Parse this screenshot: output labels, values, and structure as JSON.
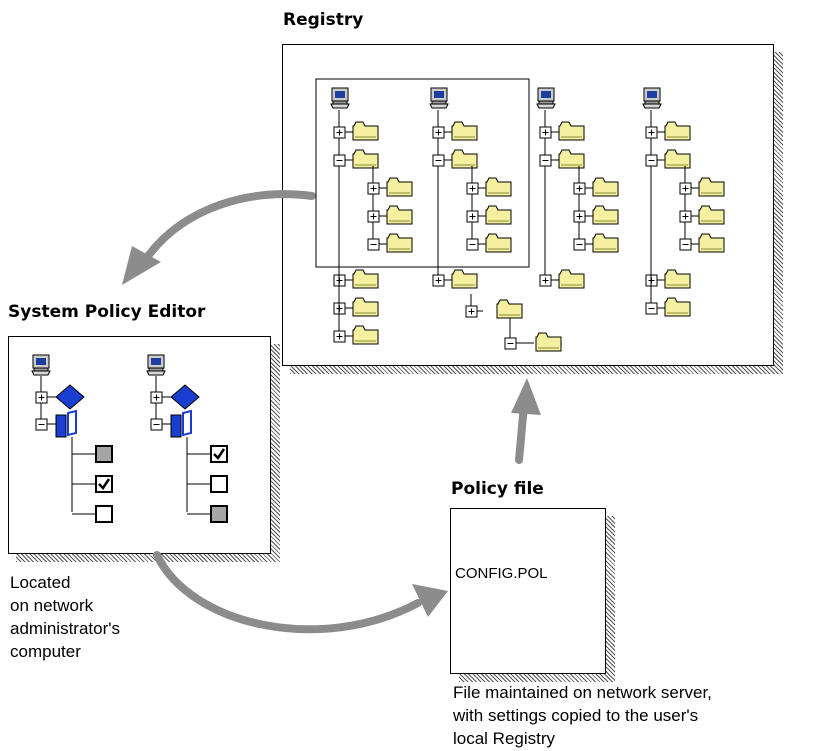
{
  "registry": {
    "title": "Registry"
  },
  "editor": {
    "title": "System Policy Editor",
    "caption": [
      "Located",
      "on network",
      "administrator's",
      "computer"
    ],
    "columns": [
      {
        "checkboxes": [
          "grayed",
          "checked",
          "unchecked"
        ]
      },
      {
        "checkboxes": [
          "checked",
          "unchecked",
          "grayed"
        ]
      }
    ]
  },
  "policy_file": {
    "title": "Policy file",
    "filename": "CONFIG.POL",
    "caption": [
      "File maintained on network server,",
      "with settings copied to the user's",
      "local Registry"
    ]
  },
  "colors": {
    "folder": "#f4f0a0",
    "book": "#1a3fd0",
    "arrow": "#8c8c8c",
    "checkbox_gray": "#a6a6a6"
  },
  "icons": [
    "computer-icon",
    "folder-icon",
    "plus-expander-icon",
    "minus-expander-icon",
    "open-book-icon",
    "closed-book-icon",
    "checkbox-icon",
    "arrow-icon"
  ]
}
